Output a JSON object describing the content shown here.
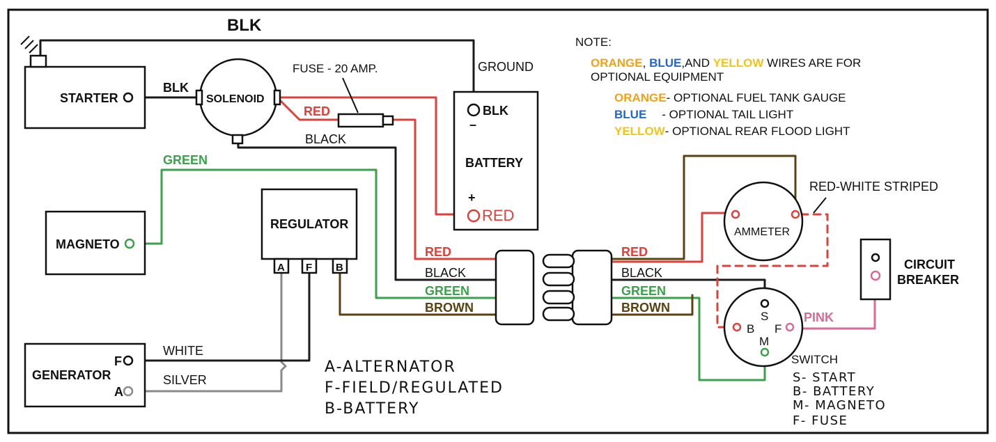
{
  "colors": {
    "black": "#1a1a1a",
    "red": "#e0403a",
    "green": "#3aa24a",
    "brown": "#5a4210",
    "gray": "#8a8a8a",
    "pink": "#d86a98",
    "orange": "#f2a21a",
    "blue": "#1f66d6",
    "yellow": "#f0c419"
  },
  "wires": {
    "top_blk": "BLK",
    "starter_blk": "BLK",
    "red": "RED",
    "black": "BLACK",
    "green": "GREEN",
    "ground": "GROUND",
    "white": "WHITE",
    "silver": "SILVER",
    "red_white": "RED-WHITE STRIPED",
    "pink": "PINK"
  },
  "components": {
    "starter": "STARTER",
    "solenoid": "SOLENOID",
    "fuse": "FUSE - 20 AMP.",
    "battery": "BATTERY",
    "battery_neg_term": "BLK",
    "battery_neg_sign": "–",
    "battery_pos_sign": "+",
    "battery_pos_term": "RED",
    "magneto": "MAGNETO",
    "regulator": "REGULATOR",
    "reg_a": "A",
    "reg_f": "F",
    "reg_b": "B",
    "generator": "GENERATOR",
    "gen_f": "F",
    "gen_a": "A",
    "ammeter": "AMMETER",
    "circuit_breaker": [
      "CIRCUIT",
      "BREAKER"
    ],
    "switch": "SWITCH",
    "sw_s": "S",
    "sw_b": "B",
    "sw_m": "M",
    "sw_f": "F"
  },
  "connector": {
    "left": [
      "RED",
      "BLACK",
      "GREEN",
      "BROWN"
    ],
    "right": [
      "RED",
      "BLACK",
      "GREEN",
      "BROWN"
    ]
  },
  "note": {
    "title": "NOTE:",
    "line1_orange": "ORANGE",
    "line1_sep1": ", ",
    "line1_blue": "BLUE",
    "line1_sep2": ",AND ",
    "line1_yellow": "YELLOW",
    "line1_rest": " WIRES ARE FOR",
    "line2": "OPTIONAL EQUIPMENT",
    "items": [
      {
        "color": "ORANGE",
        "text": "- OPTIONAL FUEL TANK GAUGE"
      },
      {
        "color": "BLUE",
        "text": "- OPTIONAL TAIL LIGHT"
      },
      {
        "color": "YELLOW",
        "text": "- OPTIONAL REAR FLOOD LIGHT"
      }
    ]
  },
  "legend_regulator": [
    "A-ALTERNATOR",
    "F-FIELD/REGULATED",
    "B-BATTERY"
  ],
  "legend_switch": [
    "S- START",
    "B- BATTERY",
    "M- MAGNETO",
    "F- FUSE"
  ]
}
